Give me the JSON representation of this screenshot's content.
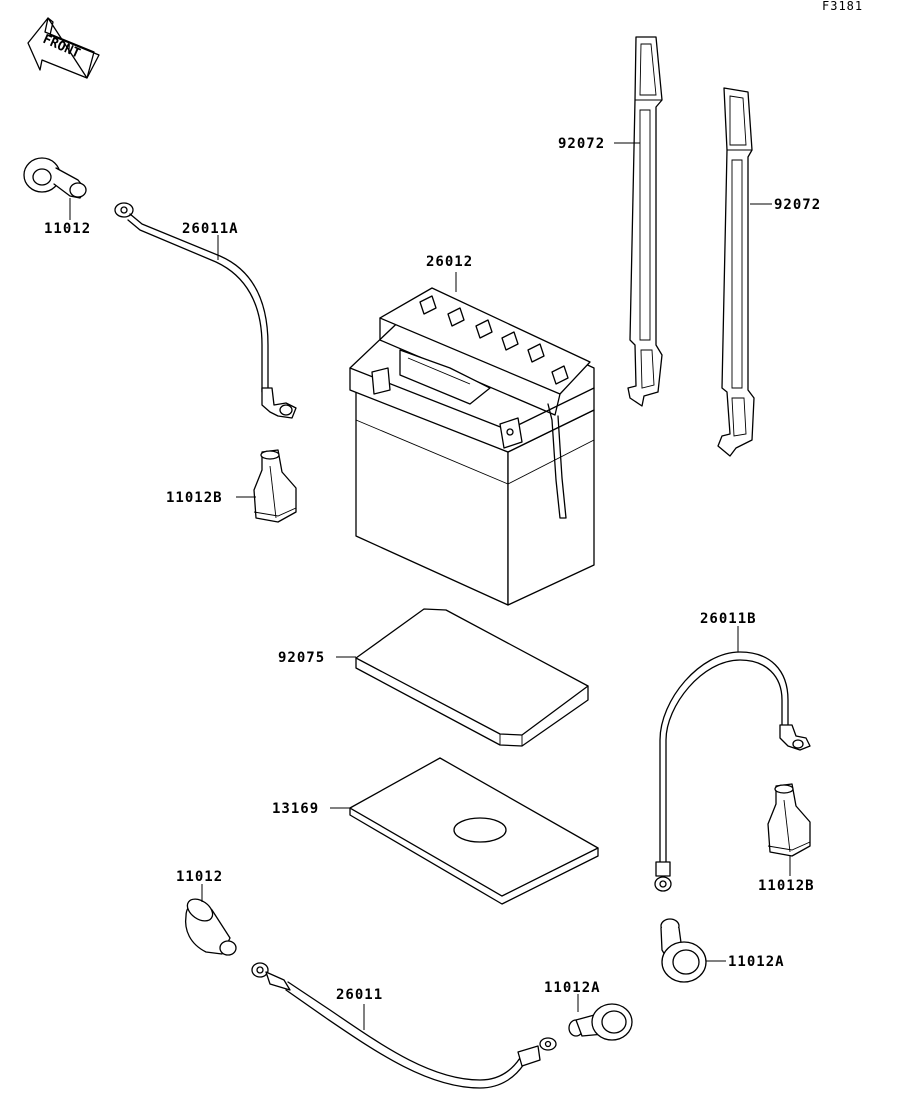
{
  "figure_id": "F3181",
  "front_marker": "FRONT",
  "parts": {
    "strap_left": "92072",
    "strap_right": "92072",
    "battery_terminal_cap_top": "11012",
    "battery_cable_top": "26011A",
    "battery": "26012",
    "terminal_boot_left": "11012B",
    "battery_pad_top": "92075",
    "battery_pad_bottom": "13169",
    "battery_cable_right": "26011B",
    "terminal_boot_right": "11012B",
    "terminal_cap_bottom_left": "11012",
    "terminal_cap_right": "11012A",
    "battery_cable_bottom": "26011",
    "terminal_cap_bottom": "11012A"
  }
}
